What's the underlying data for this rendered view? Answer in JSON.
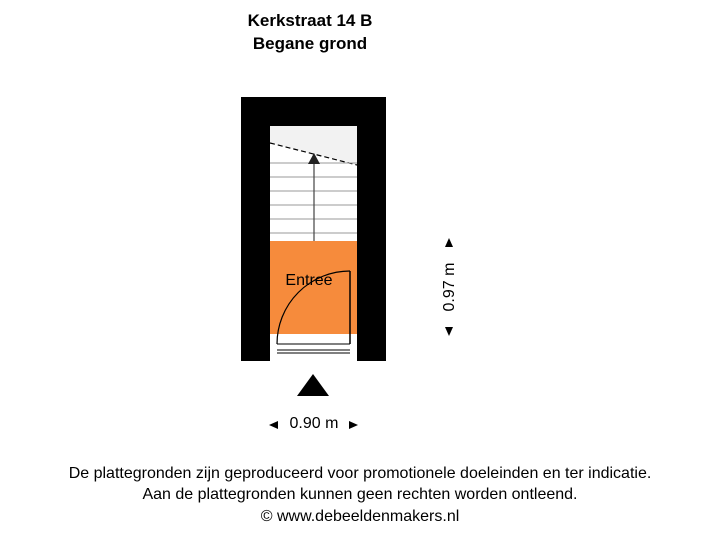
{
  "header": {
    "address": "Kerkstraat 14 B",
    "floor": "Begane grond"
  },
  "plan": {
    "room_label": "Entree",
    "room_color": "#f68b3c",
    "wall_color": "#000000",
    "stair_color": "#f2f2f2",
    "dimension_width": "0.90 m",
    "dimension_depth": "0.97 m"
  },
  "footer": {
    "line1": "De plattegronden zijn geproduceerd voor promotionele doeleinden en ter indicatie.",
    "line2": "Aan de plattegronden kunnen geen rechten worden ontleend.",
    "line3": "© www.debeeldenmakers.nl"
  }
}
